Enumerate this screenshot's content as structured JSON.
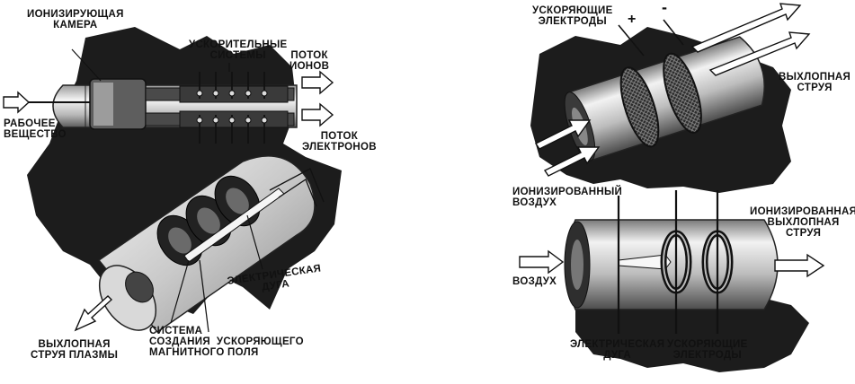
{
  "labels": {
    "ionizing_chamber": "ИОНИЗИРУЮЩАЯ\nКАМЕРА",
    "accel_systems": "УСКОРИТЕЛЬНЫЕ\nСИСТЕМЫ",
    "ion_flow": "ПОТОК\nИОНОВ",
    "working_substance": "РАБОЧЕЕ\nВЕЩЕСТВО",
    "electron_flow": "ПОТОК\nЭЛЕКТРОНОВ",
    "electric_arc_left": "ЭЛЕКТРИЧЕСКАЯ\nДУГА",
    "magnetic_system": "СИСТЕМА\nСОЗДАНИЯ  УСКОРЯЮЩЕГО\nМАГНИТНОГО ПОЛЯ",
    "plasma_exhaust": "ВЫХЛОПНАЯ\nСТРУЯ ПЛАЗМЫ",
    "accel_electrodes_top": "УСКОРЯЮЩИЕ\nЭЛЕКТРОДЫ",
    "plus": "+",
    "minus": "-",
    "exhaust_jet": "ВЫХЛОПНАЯ\nСТРУЯ",
    "ionized_air": "ИОНИЗИРОВАННЫЙ\nВОЗДУХ",
    "ionized_exhaust": "ИОНИЗИРОВАННАЯ\nВЫХЛОПНАЯ\nСТРУЯ",
    "air": "ВОЗДУХ",
    "electric_arc_right": "ЭЛЕКТРИЧЕСКАЯ\nДУГА",
    "accel_electrodes_bottom": "УСКОРЯЮЩИЕ\nЭЛЕКТРОДЫ"
  },
  "colors": {
    "ink": "#111111",
    "blob": "#1c1c1c",
    "metal_light": "#e8e8e8",
    "metal_dark": "#6a6a6a"
  }
}
